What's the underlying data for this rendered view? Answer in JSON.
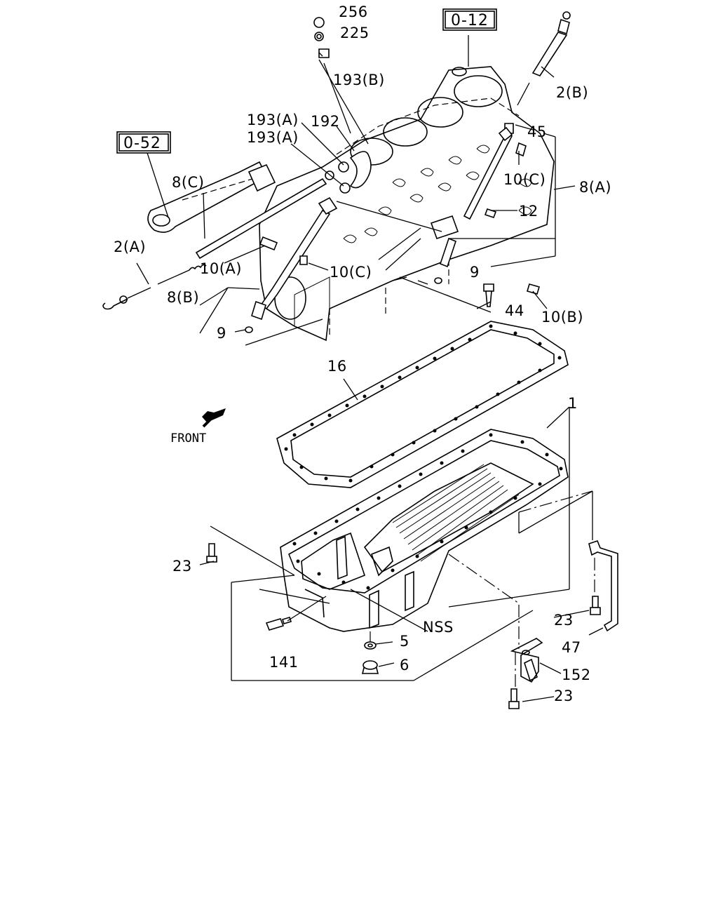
{
  "references": {
    "ref_cylinder_head": "0-12",
    "ref_intake": "0-52"
  },
  "callouts": {
    "c256": "256",
    "c225": "225",
    "c193b": "193(B)",
    "c193a_1": "193(A)",
    "c192": "192",
    "c193a_2": "193(A)",
    "c2b": "2(B)",
    "c45": "45",
    "c10c_upper": "10(C)",
    "c8a": "8(A)",
    "c12": "12",
    "c8c": "8(C)",
    "c2a": "2(A)",
    "c10a": "10(A)",
    "c10c_lower": "10(C)",
    "c9_right": "9",
    "c44": "44",
    "c10b": "10(B)",
    "c8b": "8(B)",
    "c9_left": "9",
    "c16": "16",
    "c1": "1",
    "c23_left": "23",
    "c23_right": "23",
    "c47": "47",
    "c141": "141",
    "c5": "5",
    "c6": "6",
    "c152": "152",
    "c23_bottom": "23",
    "nss": "NSS"
  },
  "front_label": "FRONT",
  "colors": {
    "ink": "#000000",
    "paper": "#ffffff"
  }
}
